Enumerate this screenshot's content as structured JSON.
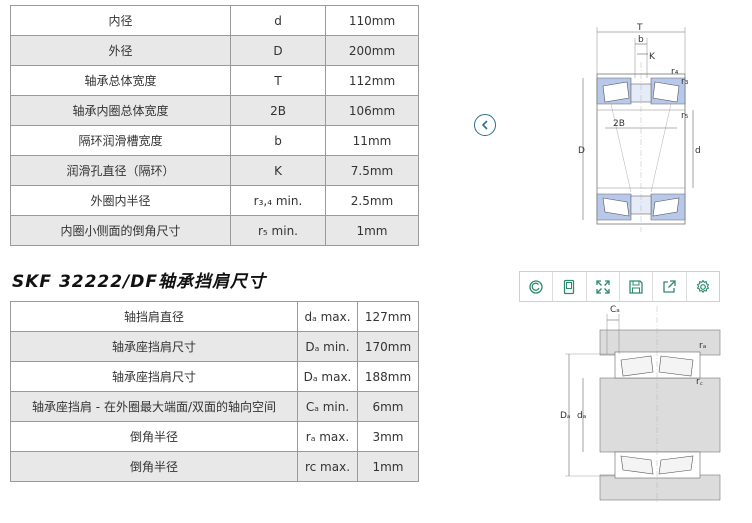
{
  "dimensions_table": {
    "rows": [
      {
        "label": "内径",
        "symbol": "d",
        "value": "110mm"
      },
      {
        "label": "外径",
        "symbol": "D",
        "value": "200mm"
      },
      {
        "label": "轴承总体宽度",
        "symbol": "T",
        "value": "112mm"
      },
      {
        "label": "轴承内圈总体宽度",
        "symbol": "2B",
        "value": "106mm"
      },
      {
        "label": "隔环润滑槽宽度",
        "symbol": "b",
        "value": "11mm"
      },
      {
        "label": "润滑孔直径（隔环）",
        "symbol": "K",
        "value": "7.5mm"
      },
      {
        "label": "外圈内半径",
        "symbol": "r₃,₄ min.",
        "value": "2.5mm"
      },
      {
        "label": "内圈小侧面的倒角尺寸",
        "symbol": "r₅ min.",
        "value": "1mm"
      }
    ]
  },
  "section_title": "SKF 32222/DF轴承挡肩尺寸",
  "abutment_table": {
    "rows": [
      {
        "label": "轴挡肩直径",
        "symbol": "dₐ max.",
        "value": "127mm"
      },
      {
        "label": "轴承座挡肩尺寸",
        "symbol": "Dₐ min.",
        "value": "170mm"
      },
      {
        "label": "轴承座挡肩尺寸",
        "symbol": "Dₐ max.",
        "value": "188mm"
      },
      {
        "label": "轴承座挡肩 - 在外圈最大端面/双面的轴向空间",
        "symbol": "Cₐ min.",
        "value": "6mm"
      },
      {
        "label": "倒角半径",
        "symbol": "rₐ max.",
        "value": "3mm"
      },
      {
        "label": "倒角半径",
        "symbol": "rc max.",
        "value": "1mm"
      }
    ]
  },
  "diagram_top_labels": {
    "T": "T",
    "b": "b",
    "K": "K",
    "r4": "r₄",
    "r3": "r₃",
    "r5": "r₅",
    "twoB": "2B",
    "D": "D",
    "d": "d"
  },
  "diagram_bottom_labels": {
    "Ca": "Cₐ",
    "ra": "rₐ",
    "rc": "r꜀",
    "Da": "Dₐ",
    "da": "dₐ"
  },
  "icons": [
    "chevron-left-icon",
    "refresh-icon",
    "tablet-icon",
    "expand-icon",
    "save-icon",
    "share-icon",
    "gear-icon"
  ],
  "colors": {
    "accent": "#2e8a6e",
    "nav": "#2e6f8e",
    "bearing_fill": "#b8c8ea",
    "row_shade": "#e8e8e8"
  }
}
